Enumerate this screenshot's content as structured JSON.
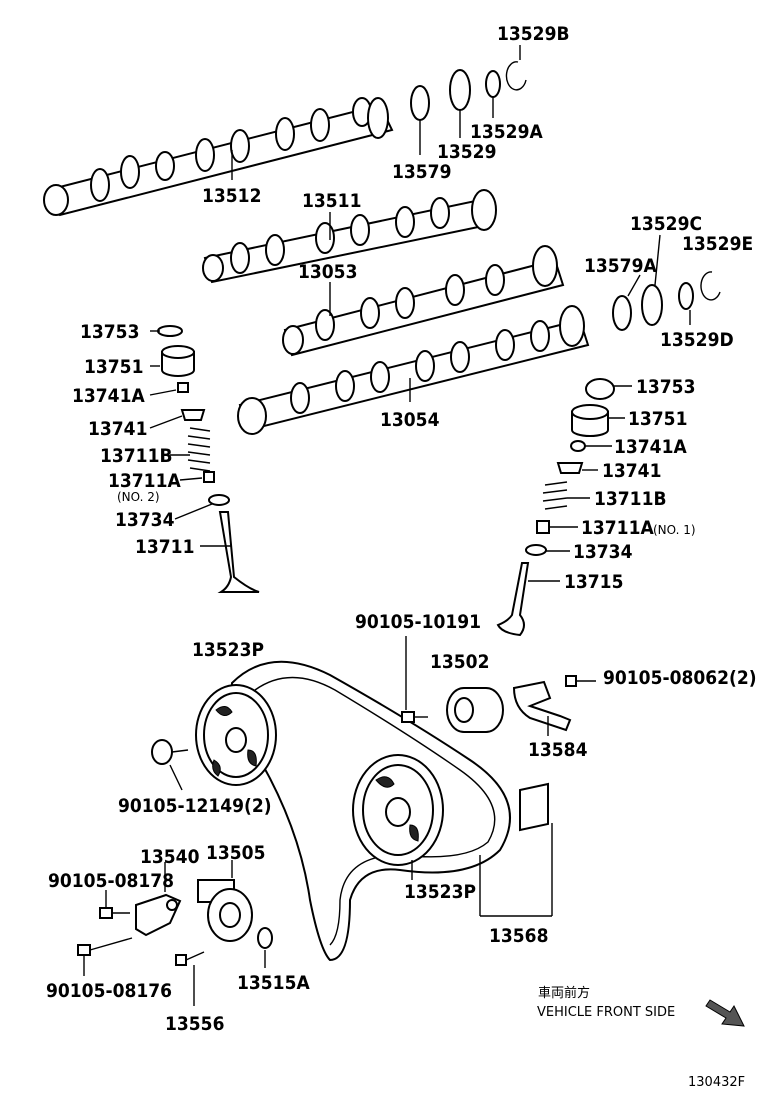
{
  "labels": {
    "p13529B": "13529B",
    "p13529A": "13529A",
    "p13529": "13529",
    "p13579": "13579",
    "p13512": "13512",
    "p13511": "13511",
    "p13053": "13053",
    "p13529C": "13529C",
    "p13529E": "13529E",
    "p13579A": "13579A",
    "p13529D": "13529D",
    "p13054": "13054",
    "l13753": "13753",
    "l13751": "13751",
    "l13741A": "13741A",
    "l13741": "13741",
    "l13711B": "13711B",
    "l13711A": "13711A",
    "l13711A_note": "(NO. 2)",
    "l13734": "13734",
    "l13711": "13711",
    "r13753": "13753",
    "r13751": "13751",
    "r13741A": "13741A",
    "r13741": "13741",
    "r13711B": "13711B",
    "r13711A": "13711A",
    "r13711A_note": "(NO. 1)",
    "r13734": "13734",
    "r13715": "13715",
    "b90105_10191": "90105-10191",
    "b13502": "13502",
    "b13523P_top": "13523P",
    "b90105_08062": "90105-08062(2)",
    "b13584": "13584",
    "b90105_12149": "90105-12149(2)",
    "b13540": "13540",
    "b13505": "13505",
    "b90105_08178": "90105-08178",
    "b13523P_bottom": "13523P",
    "b90105_08176": "90105-08176",
    "b13515A": "13515A",
    "b13568": "13568",
    "b13556": "13556"
  },
  "direction": {
    "japanese": "車両前方",
    "english": "VEHICLE FRONT SIDE"
  },
  "figure_id": "130432F"
}
